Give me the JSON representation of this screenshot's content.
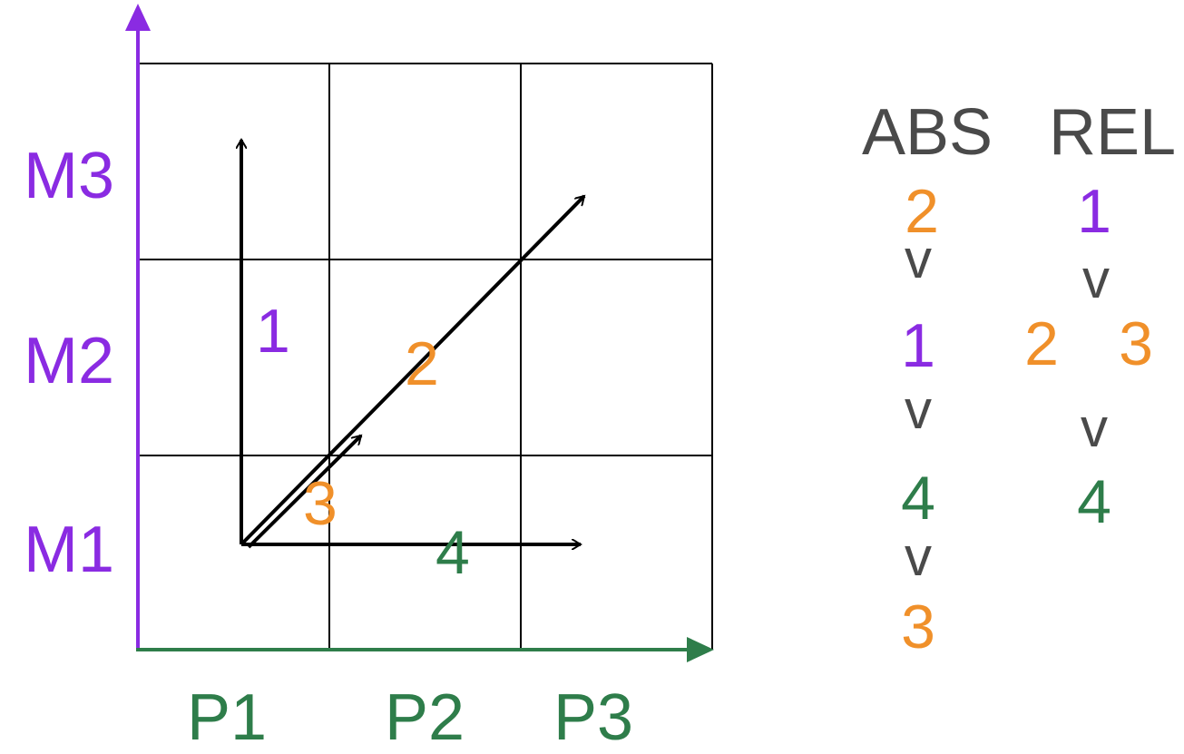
{
  "colors": {
    "purple": "#8a2be2",
    "orange": "#f0902a",
    "green": "#2e7d4a",
    "gray": "#4a4a4a",
    "black": "#000000"
  },
  "axes": {
    "y_labels": [
      "M1",
      "M2",
      "M3"
    ],
    "x_labels": [
      "P1",
      "P2",
      "P3"
    ]
  },
  "vectors": [
    {
      "label": "1",
      "color": "purple"
    },
    {
      "label": "2",
      "color": "orange"
    },
    {
      "label": "3",
      "color": "orange"
    },
    {
      "label": "4",
      "color": "green"
    }
  ],
  "ranking": {
    "abs_header": "ABS",
    "rel_header": "REL",
    "comparator": "v",
    "abs": [
      "2",
      "1",
      "4",
      "3"
    ],
    "rel": [
      "1",
      "2",
      "3",
      "4"
    ]
  }
}
